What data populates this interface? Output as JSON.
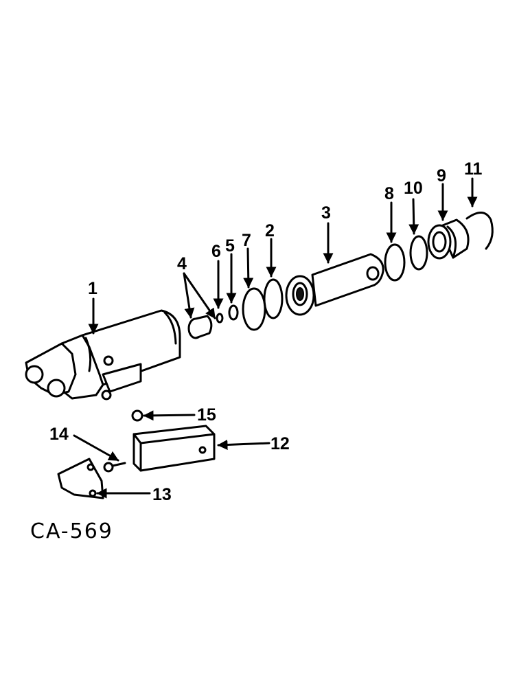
{
  "diagram": {
    "figure_code": "CA-569",
    "callouts": {
      "c1": "1",
      "c2": "2",
      "c3": "3",
      "c4": "4",
      "c5": "5",
      "c6": "6",
      "c7": "7",
      "c8": "8",
      "c9": "9",
      "c10": "10",
      "c11": "11",
      "c12": "12",
      "c13": "13",
      "c14": "14",
      "c15": "15"
    }
  }
}
